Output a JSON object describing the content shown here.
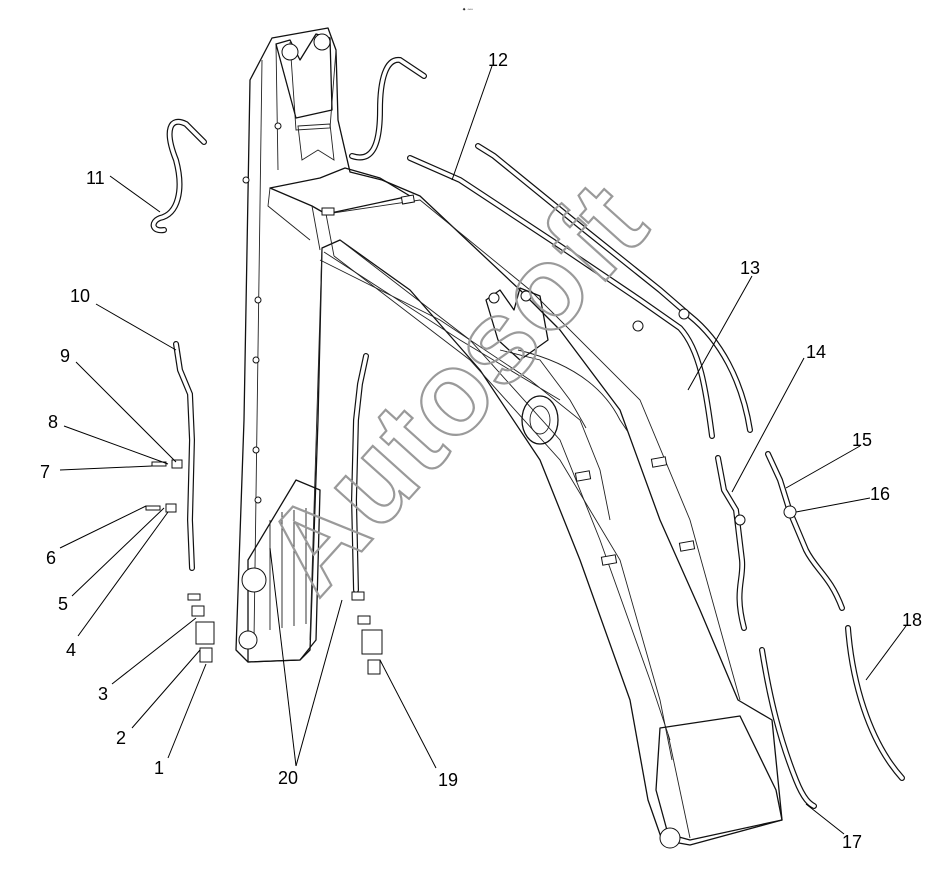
{
  "header": {
    "marker": "⁕ ▫▫▫"
  },
  "watermark": {
    "text": "Autosoft"
  },
  "callouts": [
    {
      "id": "1",
      "label": "1"
    },
    {
      "id": "2",
      "label": "2"
    },
    {
      "id": "3",
      "label": "3"
    },
    {
      "id": "4",
      "label": "4"
    },
    {
      "id": "5",
      "label": "5"
    },
    {
      "id": "6",
      "label": "6"
    },
    {
      "id": "7",
      "label": "7"
    },
    {
      "id": "8",
      "label": "8"
    },
    {
      "id": "9",
      "label": "9"
    },
    {
      "id": "10",
      "label": "10"
    },
    {
      "id": "11",
      "label": "11"
    },
    {
      "id": "12",
      "label": "12"
    },
    {
      "id": "13",
      "label": "13"
    },
    {
      "id": "14",
      "label": "14"
    },
    {
      "id": "15",
      "label": "15"
    },
    {
      "id": "16",
      "label": "16"
    },
    {
      "id": "17",
      "label": "17"
    },
    {
      "id": "18",
      "label": "18"
    },
    {
      "id": "19",
      "label": "19"
    },
    {
      "id": "20",
      "label": "20"
    }
  ],
  "colors": {
    "line": "#111111",
    "watermark": "#9a9a9a",
    "background": "#ffffff"
  }
}
